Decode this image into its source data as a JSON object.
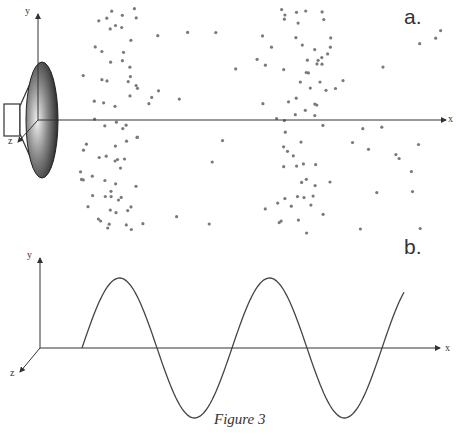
{
  "diagram": {
    "caption": "Figure 3",
    "labels": [
      "a.",
      "y",
      "x",
      "z",
      "b.",
      "y",
      "x",
      "z"
    ]
  }
}
